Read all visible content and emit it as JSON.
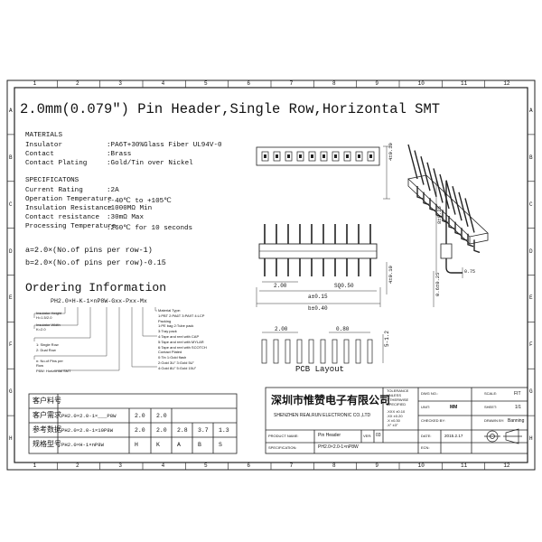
{
  "title": "2.0mm(0.079\") Pin Header,Single Row,Horizontal SMT",
  "grid": {
    "columns": [
      "1",
      "2",
      "3",
      "4",
      "5",
      "6",
      "7",
      "8",
      "9",
      "10",
      "11",
      "12"
    ],
    "rows": [
      "A",
      "B",
      "C",
      "D",
      "E",
      "F",
      "G",
      "H"
    ]
  },
  "materials": {
    "heading": "MATERIALS",
    "rows": [
      {
        "label": "Insulator",
        "value": ":PA6T+30%Glass Fiber UL94V-0"
      },
      {
        "label": "Contact",
        "value": ":Brass"
      },
      {
        "label": "Contact Plating",
        "value": ":Gold/Tin over Nickel"
      }
    ]
  },
  "specifications": {
    "heading": "SPECIFICATONS",
    "rows": [
      {
        "label": "Current Rating",
        "value": ":2A"
      },
      {
        "label": "Operation Temperature",
        "value": ":-40℃ to +105℃"
      },
      {
        "label": "Insulation Resistance",
        "value": ":1000MΩ Min"
      },
      {
        "label": "Contact resistance",
        "value": ":30mΩ Max"
      },
      {
        "label": "Processing Temperature",
        "value": ":260℃ for 10 seconds"
      }
    ]
  },
  "formulas": [
    "a=2.0×(No.of pins per row-1)",
    "b=2.0×(No.of pins per row)-0.15"
  ],
  "ordering": {
    "heading": "Ordering Information",
    "code": "PH2.0×H-K-1×nP8W-Gxx-Pxx-Mx",
    "left_notes": [
      "Insulator Height",
      "H=1.5/2.0",
      "Insulator Width",
      "K=2.0",
      "1: Single Row",
      "2: Dual Row",
      "n: No.of Pins per",
      "Row",
      "P8W: Horizontal SMT"
    ],
    "right_notes": [
      "Material Type:",
      "1:PBT 2:PA6T 3:PA9T 4:LCP",
      "Packing",
      "1:PE bag    2:Tube pack",
      "3:Tray pack",
      "4:Tape and reel with CAP",
      "5:Tape and reel with MYLAR",
      "6:Tape and reel with SCOTCH",
      "Contact Plated",
      "0:Tin      1:Gold flash",
      "2:Gold 3U\"  3:Gold 5U\"",
      "4:Gold 8U\"  5:Gold 15U\""
    ]
  },
  "dimensions": {
    "side_height": "4±0.10",
    "right_height": "8±0.25",
    "right_small": "0.75",
    "mid_height": "4±0.10",
    "mid_low": "0.6±0.25",
    "pitch": "2.00",
    "sq": "SQ0.50",
    "a": "a±0.15",
    "b": "b±0.40",
    "pcb_pitch": "2.00",
    "pcb_pad": "0.80",
    "pcb_len": "5-1.2",
    "pcb_label": "PCB Layout"
  },
  "customer_table": {
    "rows": [
      {
        "label": "客户料号",
        "code": "",
        "values": []
      },
      {
        "label": "客户需求",
        "code": "PH2.0×2.0-1×___P8W",
        "values": [
          "2.0",
          "2.0",
          "",
          "",
          ""
        ]
      },
      {
        "label": "参考数据",
        "code": "PH2.0×2.0-1×10P8W",
        "values": [
          "2.0",
          "2.0",
          "2.8",
          "3.7",
          "1.3"
        ]
      },
      {
        "label": "规格型号",
        "code": "PH2.0×H-1×nP8W",
        "values": [
          "H",
          "K",
          "A",
          "B",
          "S"
        ]
      }
    ]
  },
  "title_block": {
    "company_cn": "深圳市惟赞电子有限公司",
    "company_en": "SHENZHEN REALRUN ELECTRONIC CO.,LTD",
    "tolerance": [
      "TOLERANCE",
      "UNLESS",
      "OTHERWISE",
      "SPECIFIED"
    ],
    "tol_values": [
      ".XXX ±0.10",
      ".XX  ±0.20",
      ".X   ±0.30",
      ".X°  ±3°"
    ],
    "dwg_no_label": "DWG NO.:",
    "dwg_no": "",
    "scale_label": "SCALE:",
    "scale": "FIT",
    "unit_label": "UNIT:",
    "unit": "MM",
    "sheet_label": "SHEET:",
    "sheet": "1/1",
    "checked_label": "CHECKED BY:",
    "checked": "",
    "drawn_label": "DRAWN BY:",
    "drawn": "Banning",
    "product_label": "PRODUCT NAME:",
    "product": "Pin Header",
    "ver_label": "VER:",
    "ver": "03",
    "date_label": "DATE:",
    "date": "2015.2.17",
    "spec_label": "SPECIFICATION:",
    "spec": "PH2.0×2.0-1×nP8W",
    "ecn_label": "ECN:",
    "ecn": ""
  }
}
